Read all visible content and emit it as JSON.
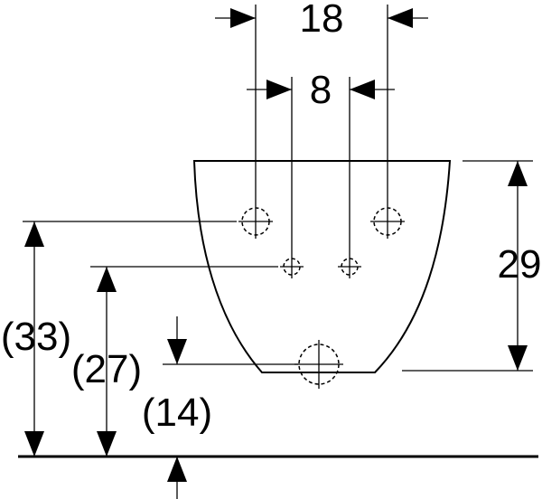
{
  "dimensions": {
    "outer_spacing": "18",
    "inner_spacing": "8",
    "height": "29",
    "upper_hole_height": "(33)",
    "middle_hole_height": "(27)",
    "drain_height": "(14)"
  }
}
